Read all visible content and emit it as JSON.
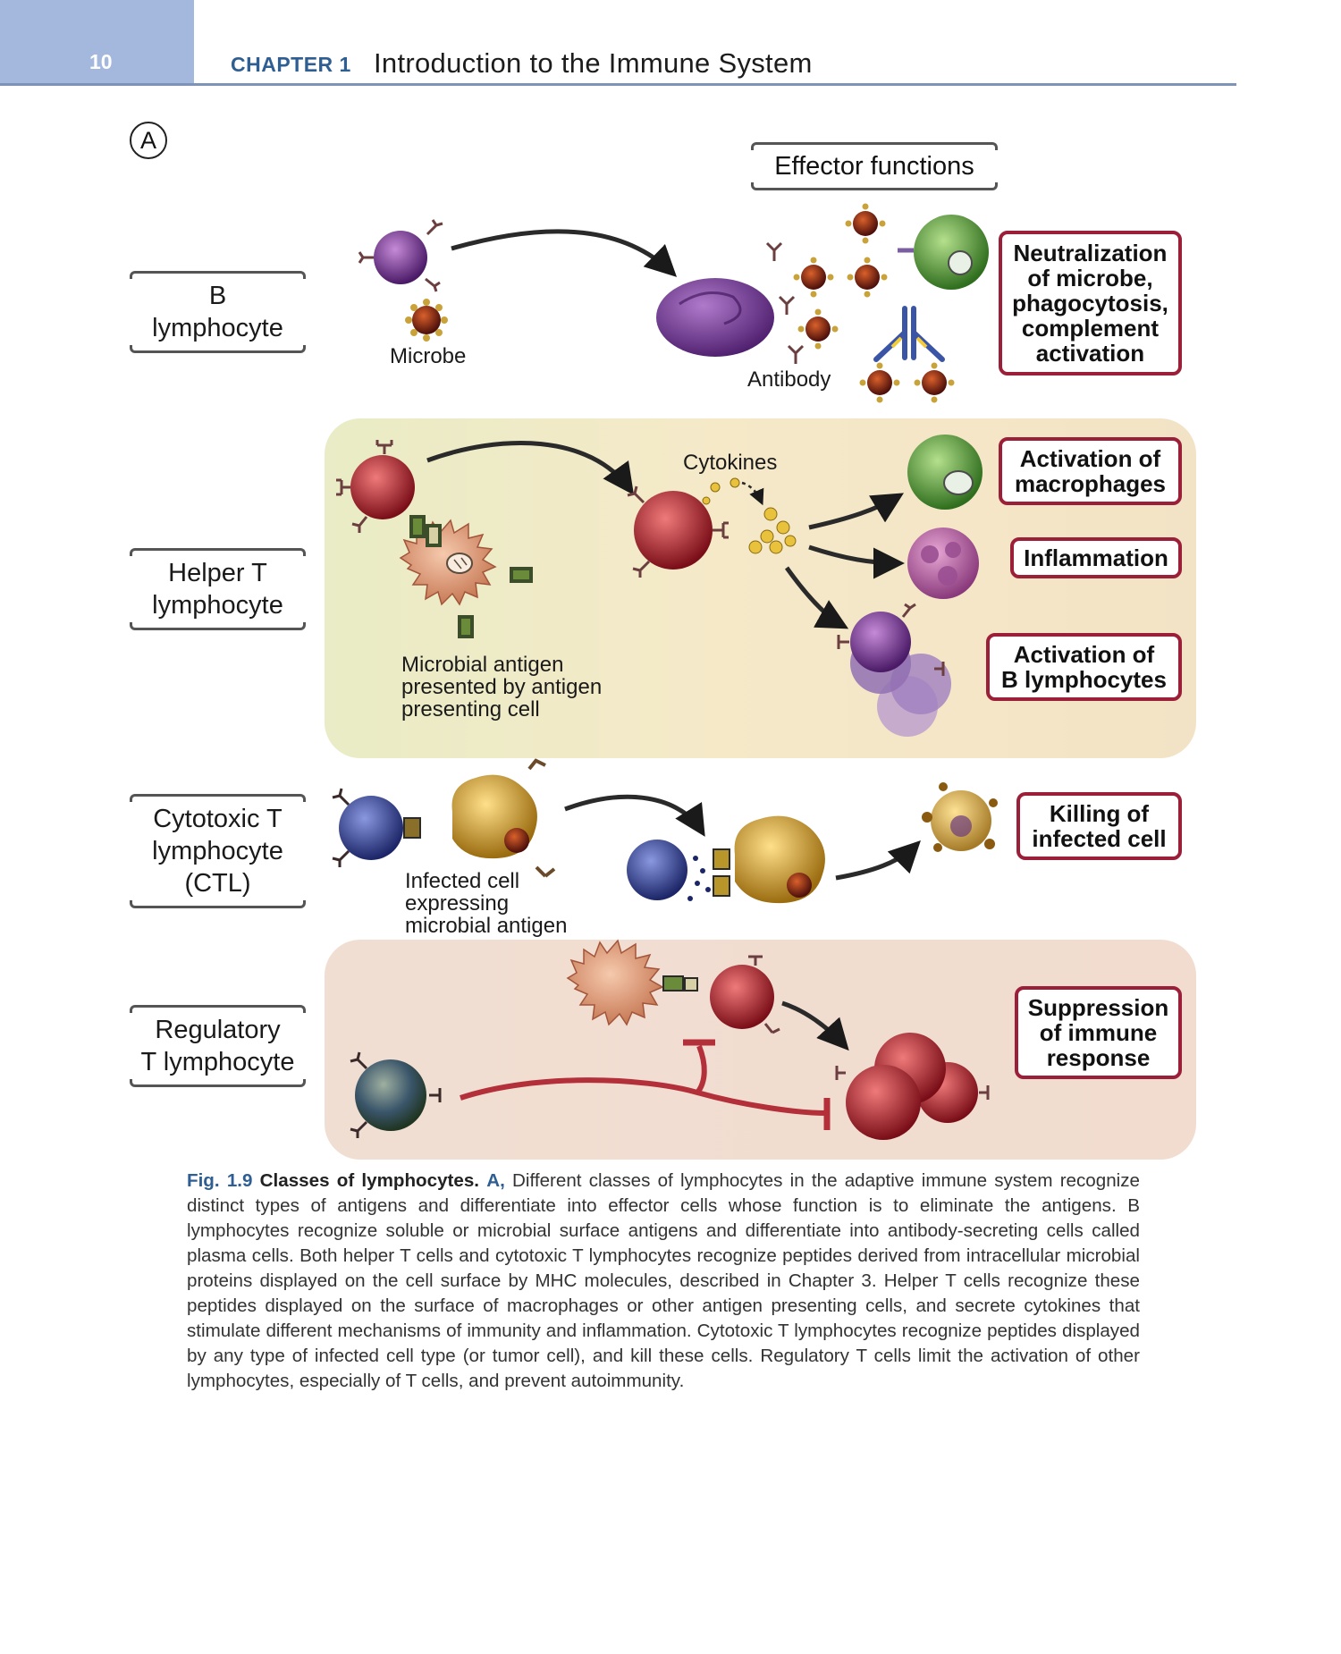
{
  "header": {
    "page_number": "10",
    "chapter_label": "CHAPTER 1",
    "chapter_title": "Introduction to the Immune System"
  },
  "figure": {
    "panel_letter": "A",
    "effector_heading": "Effector functions",
    "classes": {
      "b": [
        "B",
        "lymphocyte"
      ],
      "helper": [
        "Helper T",
        "lymphocyte"
      ],
      "ctl": [
        "Cytotoxic T",
        "lymphocyte",
        "(CTL)"
      ],
      "reg": [
        "Regulatory",
        "T lymphocyte"
      ]
    },
    "annotations": {
      "microbe": "Microbe",
      "antibody": "Antibody",
      "cytokines": "Cytokines",
      "apc": [
        "Microbial antigen",
        "presented by antigen",
        "presenting cell"
      ],
      "infected": [
        "Infected cell",
        "expressing",
        "microbial antigen"
      ]
    },
    "outcomes": {
      "neutralization": [
        "Neutralization",
        "of microbe,",
        "phagocytosis,",
        "complement",
        "activation"
      ],
      "macrophages": [
        "Activation of",
        "macrophages"
      ],
      "inflammation": [
        "Inflammation"
      ],
      "b_activation": [
        "Activation of",
        "B lymphocytes"
      ],
      "killing": [
        "Killing of",
        "infected cell"
      ],
      "suppression": [
        "Suppression",
        "of immune",
        "response"
      ]
    },
    "colors": {
      "b_cell": "#6a2a86",
      "helper_cell": "#b3202e",
      "ctl_cell": "#2e3f93",
      "treg_cell": "#3e5a4a",
      "macrophage": "#5c9c38",
      "infected_cell": "#d3a431",
      "outcome_border": "#9c1f3a"
    }
  },
  "caption": {
    "fig_label": "Fig. 1.9",
    "title": "Classes of lymphocytes.",
    "panel": "A,",
    "text": "Different classes of lymphocytes in the adaptive immune system recognize distinct types of antigens and differentiate into effector cells whose function is to eliminate the antigens. B lymphocytes recognize soluble or microbial surface antigens and differentiate into antibody-secreting cells called plasma cells. Both helper T cells and cytotoxic T lymphocytes recognize peptides derived from intracellular microbial proteins displayed on the cell surface by MHC molecules, described in Chapter 3. Helper T cells recognize these peptides displayed on the surface of macrophages or other antigen presenting cells, and secrete cytokines that stimulate different mechanisms of immunity and inflammation. Cytotoxic T lymphocytes recognize peptides displayed by any type of infected cell type (or tumor cell), and kill these cells. Regulatory T cells limit the activation of other lymphocytes, especially of T cells, and prevent autoimmunity."
  }
}
